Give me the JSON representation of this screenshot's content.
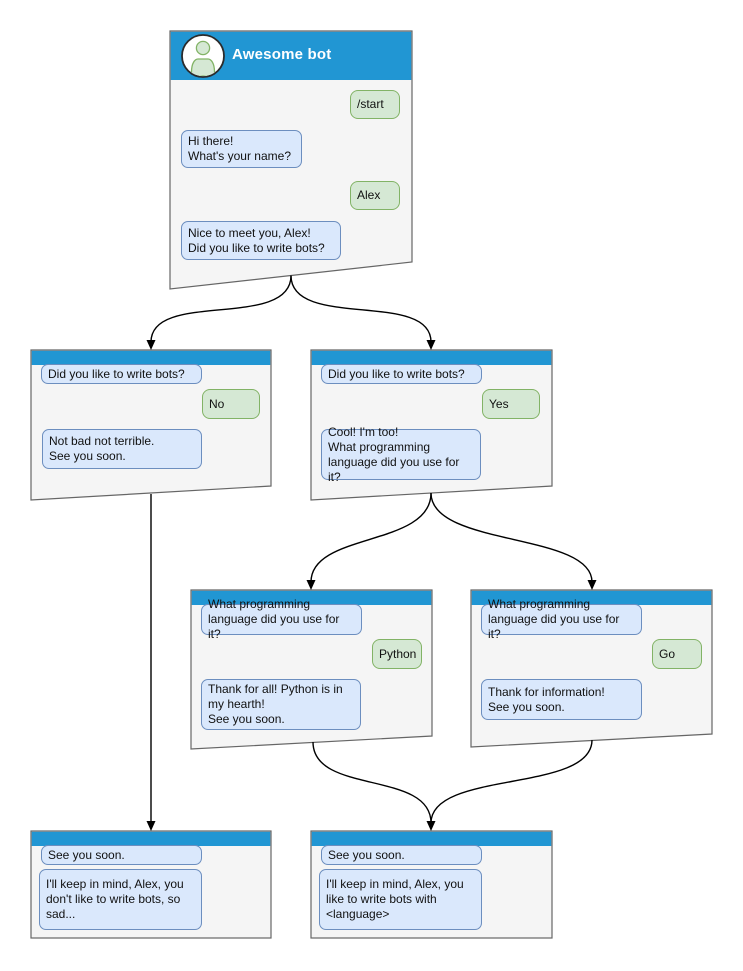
{
  "diagram": {
    "kind": "chatbot-conversation-flow",
    "colors": {
      "header_blue": "#2196d3",
      "window_fill": "#f5f5f5",
      "window_border": "#666666",
      "bot_bubble_fill": "#dae8fc",
      "bot_bubble_border": "#6c8ebf",
      "user_bubble_fill": "#d5e8d4",
      "user_bubble_border": "#82b366",
      "arrow": "#000000",
      "avatar_person_fill": "#d5e8d4",
      "avatar_person_stroke": "#82b366"
    }
  },
  "windows": [
    {
      "name": "main",
      "title": "Awesome bot",
      "avatar_icon": "person-icon",
      "messages": [
        {
          "from": "user",
          "text": "/start"
        },
        {
          "from": "bot",
          "text": "Hi there!\nWhat's your name?"
        },
        {
          "from": "user",
          "text": "Alex"
        },
        {
          "from": "bot",
          "text": "Nice to meet you, Alex!\nDid you like to write bots?"
        }
      ]
    },
    {
      "name": "branch-no",
      "messages": [
        {
          "from": "bot",
          "text": "Did you like to write bots?"
        },
        {
          "from": "user",
          "text": "No"
        },
        {
          "from": "bot",
          "text": "Not bad not terrible.\nSee you soon."
        }
      ]
    },
    {
      "name": "branch-yes",
      "messages": [
        {
          "from": "bot",
          "text": "Did you like to write bots?"
        },
        {
          "from": "user",
          "text": "Yes"
        },
        {
          "from": "bot",
          "text": "Cool! I'm too!\nWhat programming\nlanguage did you use for it?"
        }
      ]
    },
    {
      "name": "branch-python",
      "messages": [
        {
          "from": "bot",
          "text": "What programming\nlanguage did you use for it?"
        },
        {
          "from": "user",
          "text": "Python"
        },
        {
          "from": "bot",
          "text": "Thank for all! Python is in\nmy hearth!\nSee you soon."
        }
      ]
    },
    {
      "name": "branch-go",
      "messages": [
        {
          "from": "bot",
          "text": "What programming\nlanguage did you use for it?"
        },
        {
          "from": "user",
          "text": "Go"
        },
        {
          "from": "bot",
          "text": "Thank for information!\nSee you soon."
        }
      ]
    },
    {
      "name": "end-no",
      "messages": [
        {
          "from": "bot",
          "text": "See you soon."
        },
        {
          "from": "bot",
          "text": "I'll keep in mind, Alex, you\ndon't like to write bots, so\nsad..."
        }
      ]
    },
    {
      "name": "end-yes",
      "messages": [
        {
          "from": "bot",
          "text": "See you soon."
        },
        {
          "from": "bot",
          "text": "I'll keep in mind, Alex, you\nlike to write bots with\n<language>"
        }
      ]
    }
  ]
}
